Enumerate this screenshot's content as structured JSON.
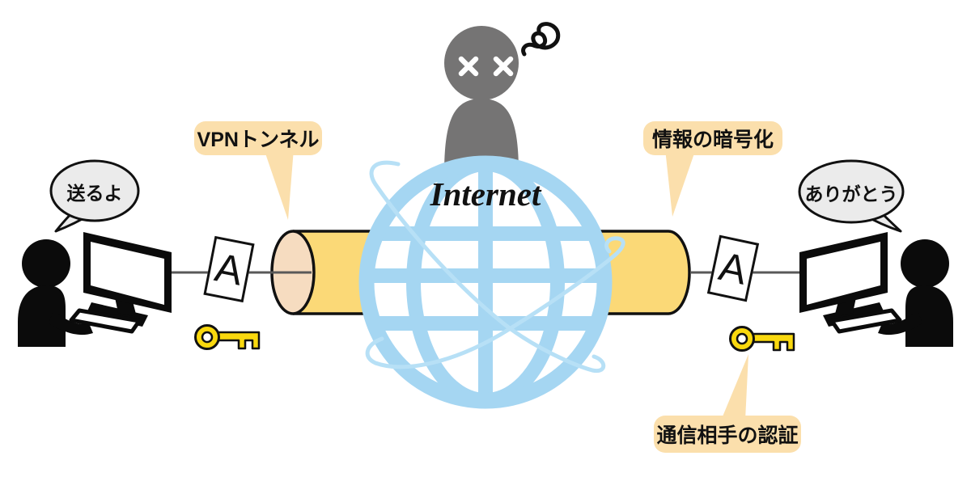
{
  "scene": {
    "internet_label": "Internet",
    "callouts": {
      "vpn_tunnel": "VPNトンネル",
      "encryption": "情報の暗号化",
      "authentication": "通信相手の認証"
    },
    "speech_bubbles": {
      "sender": "送るよ",
      "receiver": "ありがとう"
    },
    "documents": {
      "left_letter": "A",
      "right_letter": "A"
    },
    "colors": {
      "tunnel_yellow": "#FBD977",
      "tunnel_cap_inside": "#F6DCC0",
      "callout_peach": "#FBDFAC",
      "globe_blue": "#A5D6F2",
      "orbit_blue": "#B7E0F6",
      "key_yellow": "#F9D80E",
      "eavesdropper_gray": "#757474",
      "speech_bubble_gray": "#EBEBEB",
      "wire_gray": "#595959"
    }
  }
}
